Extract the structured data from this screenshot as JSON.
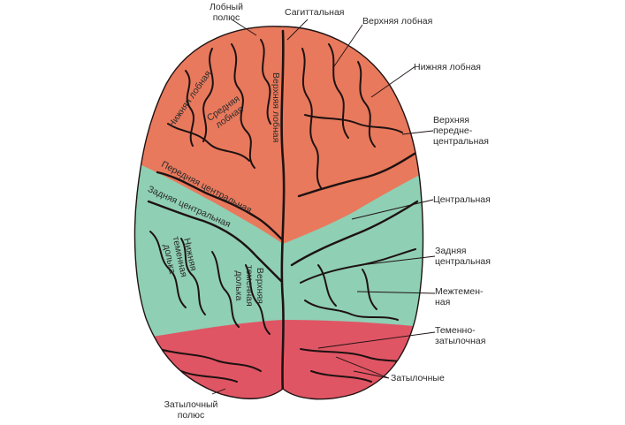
{
  "colors": {
    "frontal": "#e8795c",
    "parietal": "#8fcfb4",
    "occipital": "#e05564",
    "sulci": "#1e1212",
    "label_line": "#1e1212"
  },
  "labels": {
    "frontal_pole": "Лобный\nполюс",
    "sagittal": "Сагиттальная",
    "superior_frontal": "Верхняя лобная",
    "inferior_frontal": "Нижняя лобная",
    "superior_precentral": "Верхняя\nпередне-\nцентральная",
    "central": "Центральная",
    "postcentral": "Задняя\nцентральная",
    "intraparietal": "Межтемен-\nная",
    "parieto_occipital": "Теменно-\nзатылочная",
    "occipital": "Затылочные",
    "occipital_pole": "Затылочный\nполюс"
  },
  "inner_labels": {
    "inferior_frontal_gyrus": "Нижняя лобная",
    "middle_frontal_gyrus": "Средняя\nлобная",
    "superior_frontal_gyrus": "Верхняя лобная",
    "precentral_gyrus": "Передняя центральная",
    "postcentral_gyrus": "Задняя центральная",
    "inferior_parietal_lobule": "Нижняя\nтеменная\nдолька",
    "superior_parietal_lobule": "Верхняя\nтеменная\nдолька"
  }
}
